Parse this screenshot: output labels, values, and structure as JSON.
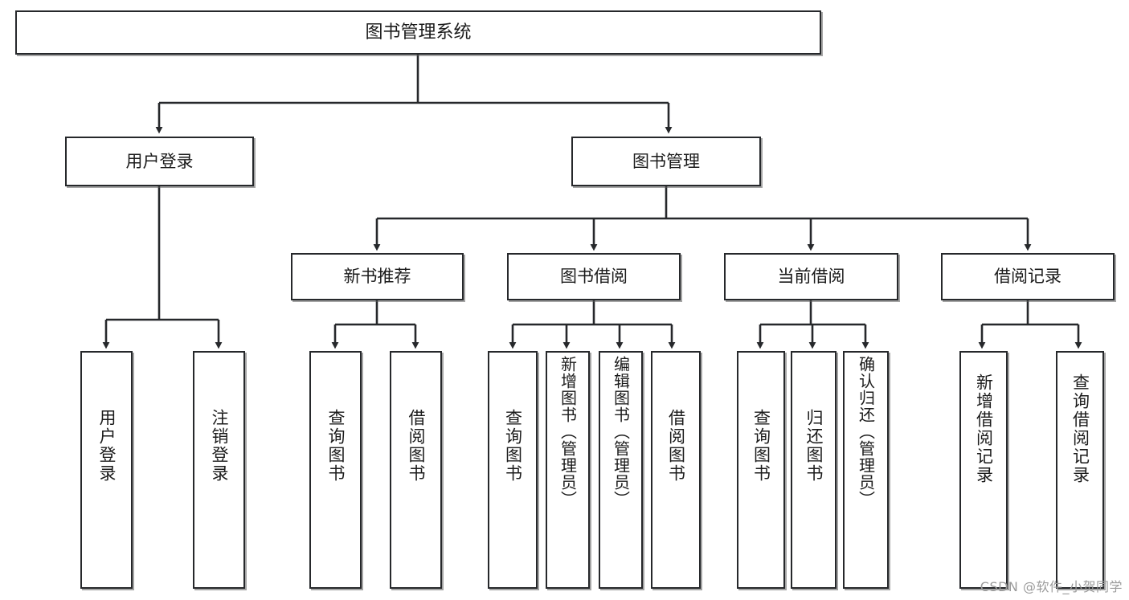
{
  "diagram": {
    "title": "图书管理系统",
    "type": "tree-hierarchy-chart",
    "watermark": "CSDN @软件_小贺同学",
    "colors": {
      "box_border": "#26282b",
      "box_fill": "#ffffff",
      "connector": "#26282b",
      "text": "#1b1b1b",
      "watermark": "#9b9b9b"
    },
    "root": {
      "label": "图书管理系统"
    },
    "level1": [
      {
        "label": "用户登录"
      },
      {
        "label": "图书管理"
      }
    ],
    "level2": [
      {
        "label": "新书推荐"
      },
      {
        "label": "图书借阅"
      },
      {
        "label": "当前借阅"
      },
      {
        "label": "借阅记录"
      }
    ],
    "leaves": {
      "user_login": [
        {
          "label": "用户登录"
        },
        {
          "label": "注销登录"
        }
      ],
      "new_book_recommend": [
        {
          "label": "查询图书"
        },
        {
          "label": "借阅图书"
        }
      ],
      "book_borrow": [
        {
          "label": "查询图书"
        },
        {
          "label": "新增图书（管理员）"
        },
        {
          "label": "编辑图书（管理员）"
        },
        {
          "label": "借阅图书"
        }
      ],
      "current_borrow": [
        {
          "label": "查询图书"
        },
        {
          "label": "归还图书"
        },
        {
          "label": "确认归还（管理员）"
        }
      ],
      "borrow_record": [
        {
          "label": "新增借阅记录"
        },
        {
          "label": "查询借阅记录"
        }
      ]
    }
  }
}
